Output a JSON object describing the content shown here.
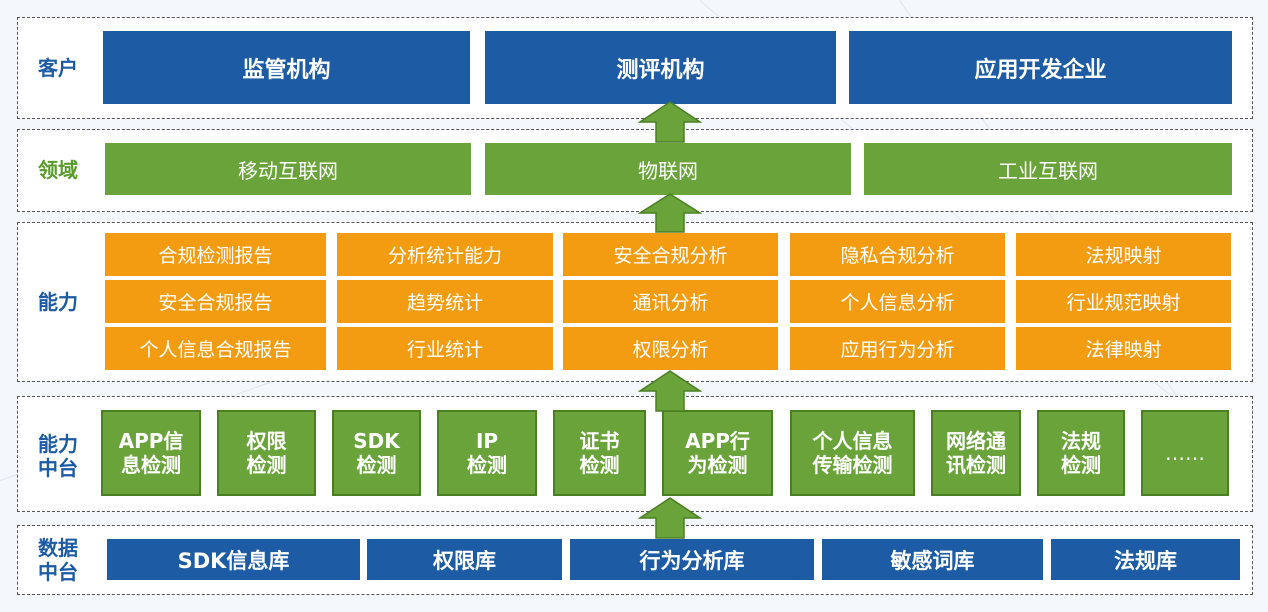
{
  "clients": {
    "label": "客户",
    "items": [
      "监管机构",
      "测评机构",
      "应用开发企业"
    ]
  },
  "domains": {
    "label": "领域",
    "items": [
      "移动互联网",
      "物联网",
      "工业互联网"
    ]
  },
  "capabilities": {
    "label": "能力",
    "columns": [
      [
        "合规检测报告",
        "安全合规报告",
        "个人信息合规报告"
      ],
      [
        "分析统计能力",
        "趋势统计",
        "行业统计"
      ],
      [
        "安全合规分析",
        "通讯分析",
        "权限分析"
      ],
      [
        "隐私合规分析",
        "个人信息分析",
        "应用行为分析"
      ],
      [
        "法规映射",
        "行业规范映射",
        "法律映射"
      ]
    ]
  },
  "capability_middle": {
    "label": "能力\n中台",
    "items": [
      "APP信\n息检测",
      "权限\n检测",
      "SDK\n检测",
      "IP\n检测",
      "证书\n检测",
      "APP行\n为检测",
      "个人信息\n传输检测",
      "网络通\n讯检测",
      "法规\n检测",
      "……"
    ]
  },
  "data_middle": {
    "label": "数据\n中台",
    "items": [
      "SDK信息库",
      "权限库",
      "行为分析库",
      "敏感词库",
      "法规库"
    ]
  },
  "colors": {
    "blue": "#1d5ba5",
    "green": "#6aa33a",
    "orange": "#f39c12"
  }
}
